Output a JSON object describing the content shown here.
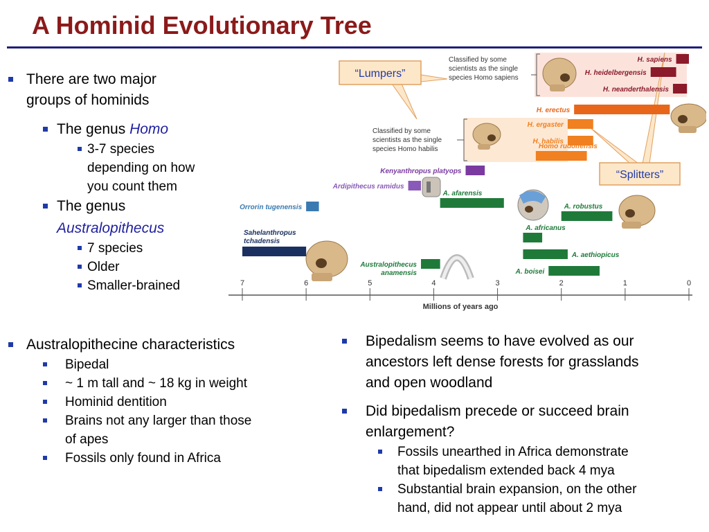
{
  "title": "A Hominid Evolutionary Tree",
  "left_list": {
    "item1_line1": "There are two major",
    "item1_line2": "groups of hominids",
    "homo_prefix": "The genus ",
    "homo_genus": "Homo",
    "homo_sub_l1": "3-7 species",
    "homo_sub_l2": "depending on how",
    "homo_sub_l3": "you count them",
    "austra_prefix": "The genus",
    "austra_genus": "Australopithecus",
    "austra_sub": [
      "7 species",
      "Older",
      "Smaller-brained"
    ]
  },
  "characteristics": {
    "heading": "Australopithecine characteristics",
    "items": [
      "Bipedal",
      "~ 1 m tall and ~ 18 kg in weight",
      "Hominid dentition",
      "Brains not any larger than those",
      "of apes",
      "Fossils only found in Africa"
    ]
  },
  "bipedalism": {
    "p1_l1": "Bipedalism seems to have evolved as our",
    "p1_l2": "ancestors left dense forests for grasslands",
    "p1_l3": "and open woodland",
    "p2_l1": "Did bipedalism precede or succeed brain",
    "p2_l2": "enlargement?",
    "sub1_l1": "Fossils unearthed in Africa demonstrate",
    "sub1_l2": "that bipedalism extended back 4 mya",
    "sub2_l1": "Substantial brain expansion, on the other",
    "sub2_l2": "hand, did not appear until about 2 mya"
  },
  "tree": {
    "lumpers": "“Lumpers”",
    "splitters": "“Splitters”",
    "note_sapiens_l1": "Classified by some",
    "note_sapiens_l2": "scientists as the single",
    "note_sapiens_l3": "species Homo sapiens",
    "note_habilis_l1": "Classified by some",
    "note_habilis_l2": "scientists as the single",
    "note_habilis_l3": "species Homo habilis",
    "axis_title": "Millions of years ago",
    "ticks": [
      "7",
      "6",
      "5",
      "4",
      "3",
      "2",
      "1",
      "0"
    ],
    "species": [
      {
        "name": "H. sapiens",
        "start": 0.2,
        "end": 0.0,
        "color": "#8b1a2a"
      },
      {
        "name": "H. heidelbergensis",
        "start": 0.6,
        "end": 0.2,
        "color": "#8b1a2a"
      },
      {
        "name": "H. neanderthalensis",
        "start": 0.25,
        "end": 0.03,
        "color": "#8b1a2a"
      },
      {
        "name": "H. erectus",
        "start": 1.8,
        "end": 0.3,
        "color": "#e8661a"
      },
      {
        "name": "H. ergaster",
        "start": 1.9,
        "end": 1.5,
        "color": "#f08020"
      },
      {
        "name": "H. habilis",
        "start": 1.9,
        "end": 1.5,
        "color": "#f08020"
      },
      {
        "name": "Homo rudolfensis",
        "start": 2.4,
        "end": 1.6,
        "color": "#f08020"
      },
      {
        "name": "Kenyanthropus platyops",
        "start": 3.5,
        "end": 3.2,
        "color": "#7a3aa0"
      },
      {
        "name": "Ardipithecus ramidus",
        "start": 4.4,
        "end": 4.2,
        "color": "#8a5ab8"
      },
      {
        "name": "A. afarensis",
        "start": 3.9,
        "end": 2.9,
        "color": "#1f7a3a"
      },
      {
        "name": "Orrorin tugenensis",
        "start": 6.0,
        "end": 5.8,
        "color": "#3a7ab0"
      },
      {
        "name": "A. robustus",
        "start": 2.0,
        "end": 1.2,
        "color": "#1f7a3a"
      },
      {
        "name": "A. africanus",
        "start": 2.6,
        "end": 2.3,
        "color": "#1f7a3a"
      },
      {
        "name": "Sahelanthropus tchadensis",
        "start": 7.0,
        "end": 6.0,
        "color": "#1a3060"
      },
      {
        "name": "A. aethiopicus",
        "start": 2.6,
        "end": 1.9,
        "color": "#1f7a3a"
      },
      {
        "name": "Australopithecus anamensis",
        "start": 4.2,
        "end": 3.9,
        "color": "#1f7a3a"
      },
      {
        "name": "A. boisei",
        "start": 2.2,
        "end": 1.4,
        "color": "#1f7a3a"
      }
    ]
  }
}
